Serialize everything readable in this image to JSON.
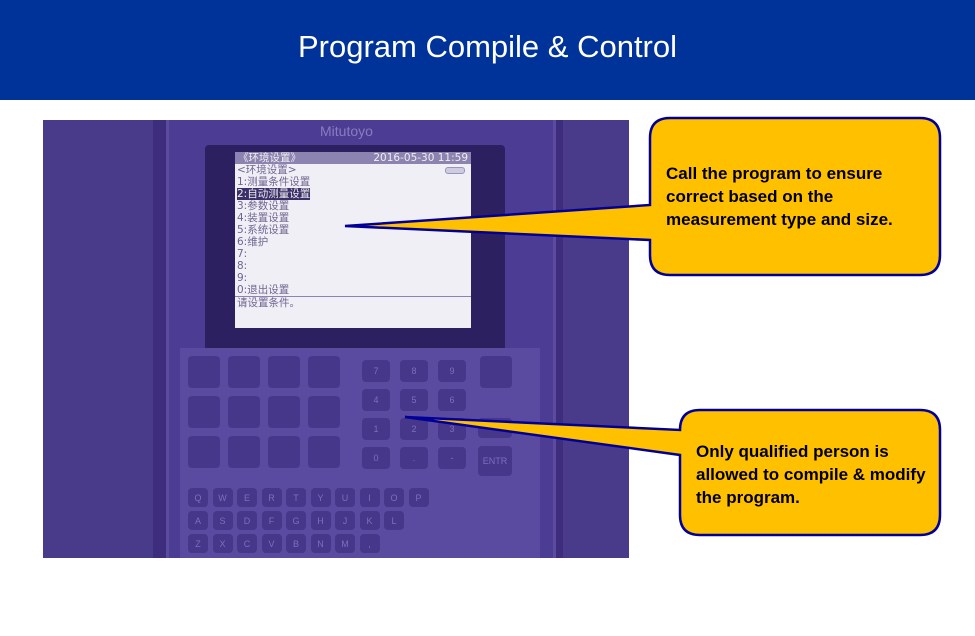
{
  "header": {
    "title": "Program Compile & Control"
  },
  "device": {
    "brand": "Mitutoyo",
    "screen": {
      "title_left": "《环境设置》",
      "datetime": "2016-05-30 11:59",
      "heading": "<环境设置>",
      "items": [
        "1:测量条件设置",
        "2:自动测量设置",
        "3:参数设置",
        "4:装置设置",
        "5:系统设置",
        "6:维护",
        "7:",
        "8:",
        "9:",
        "0:退出设置"
      ],
      "selected_index": 1,
      "status": "请设置条件。"
    },
    "keypad": {
      "numeric": [
        [
          "7",
          "8",
          "9"
        ],
        [
          "4",
          "5",
          "6"
        ],
        [
          "1",
          "2",
          "3"
        ],
        [
          "0",
          ".",
          "-"
        ]
      ],
      "enter": "ENTR",
      "rows": [
        [
          "Q",
          "W",
          "E",
          "R",
          "T",
          "Y",
          "U",
          "I",
          "O",
          "P"
        ],
        [
          "A",
          "S",
          "D",
          "F",
          "G",
          "H",
          "J",
          "K",
          "L"
        ],
        [
          "Z",
          "X",
          "C",
          "V",
          "B",
          "N",
          "M",
          ","
        ]
      ]
    }
  },
  "callouts": [
    {
      "text": "Call the program to ensure correct based on the measurement type and size."
    },
    {
      "text": "Only qualified person is allowed to compile & modify the program."
    }
  ],
  "colors": {
    "header": "#003399",
    "callout_fill": "#FFC000",
    "callout_border": "#000099"
  }
}
